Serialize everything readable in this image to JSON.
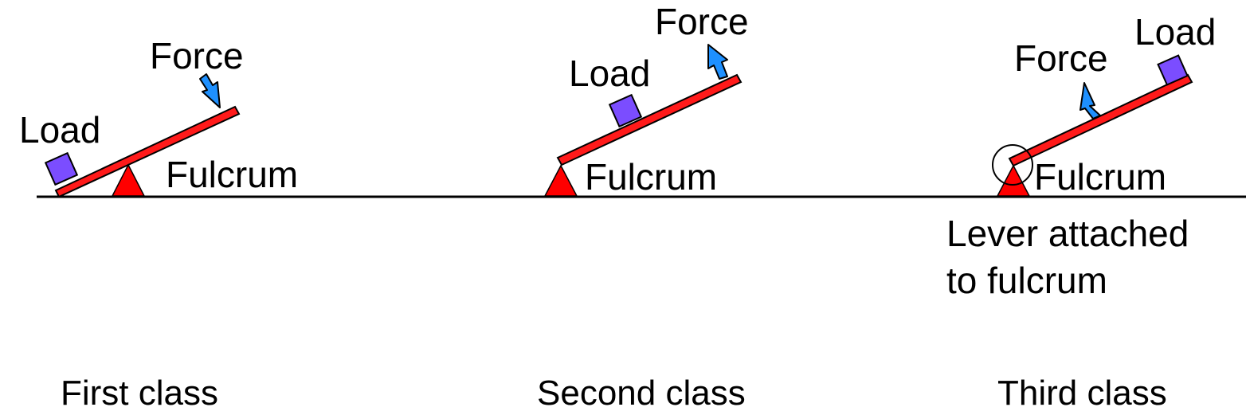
{
  "colors": {
    "lever": "#ff1a1a",
    "fulcrum": "#ff0000",
    "load": "#7b4dff",
    "force_arrow": "#1e90ff",
    "ground": "#000000"
  },
  "panels": [
    {
      "caption": "First class",
      "labels": {
        "load": "Load",
        "force": "Force",
        "fulcrum": "Fulcrum"
      }
    },
    {
      "caption": "Second class",
      "labels": {
        "load": "Load",
        "force": "Force",
        "fulcrum": "Fulcrum"
      }
    },
    {
      "caption": "Third class",
      "labels": {
        "load": "Load",
        "force": "Force",
        "fulcrum": "Fulcrum"
      },
      "note_line1": "Lever attached",
      "note_line2": "to fulcrum"
    }
  ]
}
